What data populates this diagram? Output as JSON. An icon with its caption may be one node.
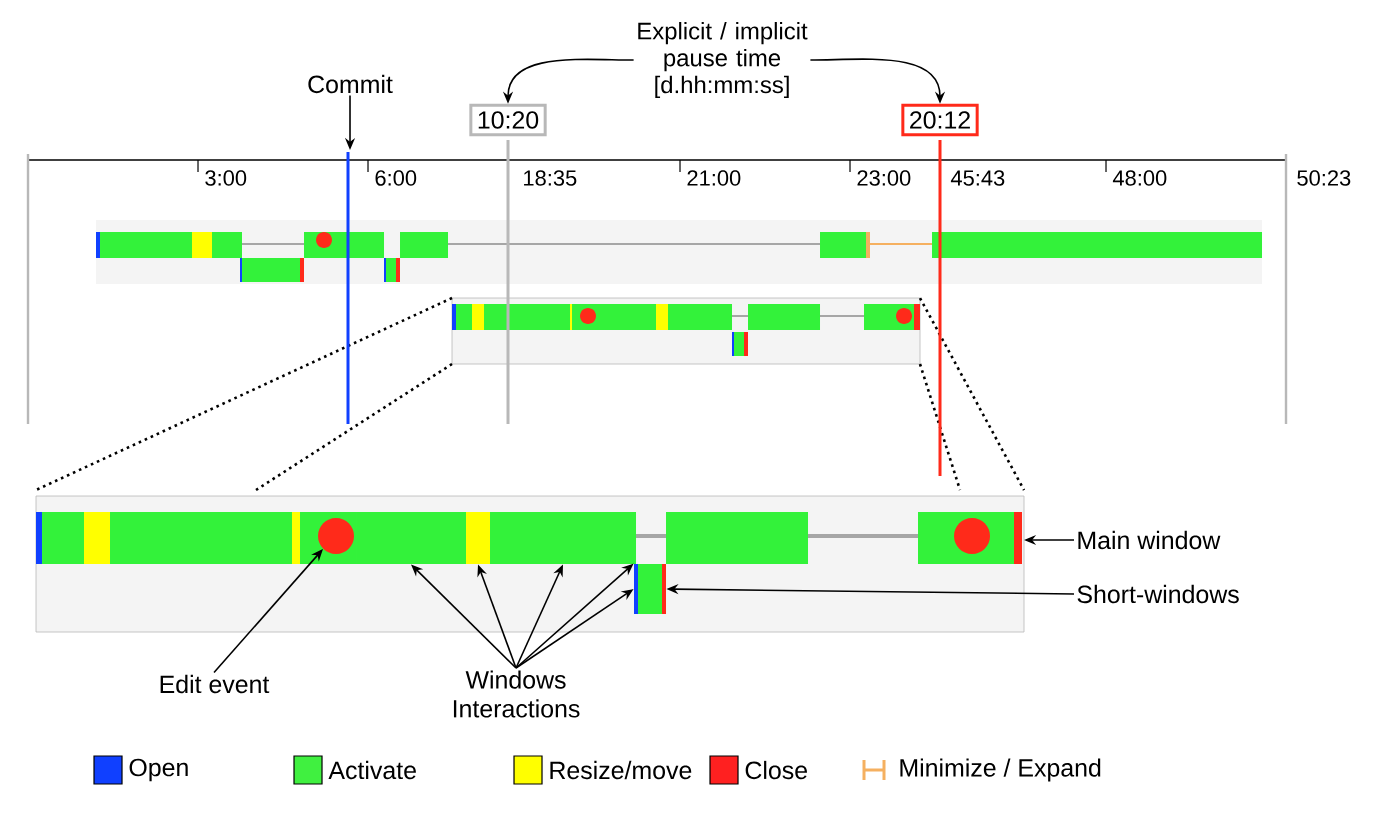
{
  "diagram": {
    "nodes": [
      {
        "text": [
          "Explicit / implicit pause time [d.hh:mm:ss]"
        ]
      },
      {
        "text": [
          "10:20"
        ]
      },
      {
        "text": [
          "20:12"
        ]
      },
      {
        "text": [
          "Commit"
        ]
      },
      {
        "text": [
          "Edit event"
        ]
      },
      {
        "text": [
          "Windows Interactions"
        ]
      },
      {
        "text": [
          "Main window"
        ]
      },
      {
        "text": [
          "Short-windows"
        ]
      },
      {
        "text": [],
        "shape": "circle"
      },
      {
        "text": [],
        "shape": "bar"
      },
      {
        "text": [],
        "shape": "bar"
      },
      {
        "text": [],
        "shape": "bar"
      },
      {
        "text": [],
        "shape": "bar"
      }
    ],
    "edges": [
      {
        "from": 0,
        "to": 1,
        "arrow": "to"
      },
      {
        "from": 0,
        "to": 2,
        "arrow": "to"
      },
      {
        "from": 3,
        "to": null,
        "arrow": "to"
      },
      {
        "from": 4,
        "to": 8,
        "arrow": "to"
      },
      {
        "from": 5,
        "to": 9,
        "arrow": "to"
      },
      {
        "from": 5,
        "to": 10,
        "arrow": "to"
      },
      {
        "from": 5,
        "to": 11,
        "arrow": "to"
      },
      {
        "from": 5,
        "to": 12,
        "arrow": "to"
      },
      {
        "from": 5,
        "to": 12,
        "arrow": "to"
      },
      {
        "from": 6,
        "to": null,
        "arrow": "to"
      },
      {
        "from": 7,
        "to": 12,
        "arrow": "to"
      }
    ],
    "labels": [
      "3:00",
      "6:00",
      "18:35",
      "21:00",
      "23:00",
      "45:43",
      "48:00",
      "50:23"
    ],
    "legend": [
      {
        "text": "Open",
        "color": "#1040ff"
      },
      {
        "text": "Activate",
        "color": "#40f040"
      },
      {
        "text": "Resize/move",
        "color": "#ffff00"
      },
      {
        "text": "Close",
        "color": "#ff2020"
      },
      {
        "text": "Minimize / Expand"
      }
    ]
  }
}
